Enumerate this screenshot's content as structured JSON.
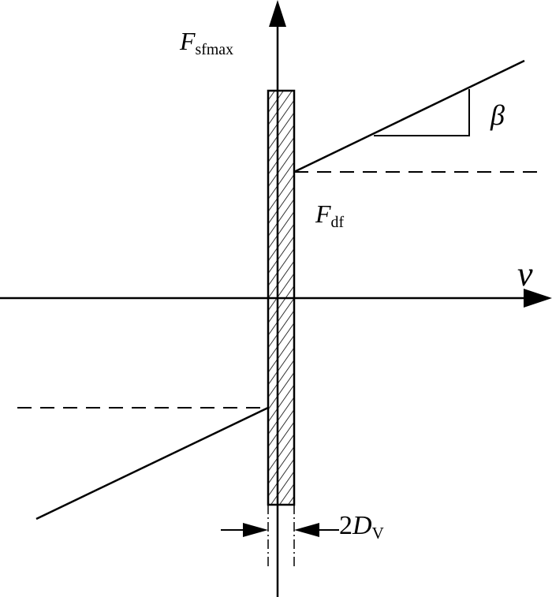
{
  "diagram": {
    "labels": {
      "max_friction": {
        "symbol": "F",
        "subscript": "sfmax"
      },
      "dynamic_friction": {
        "symbol": "F",
        "subscript": "df"
      },
      "slope": "β",
      "velocity_axis": "v",
      "deadband": {
        "coefficient": "2",
        "symbol": "D",
        "subscript": "V"
      }
    },
    "colors": {
      "line": "#000000",
      "background": "#ffffff"
    }
  }
}
